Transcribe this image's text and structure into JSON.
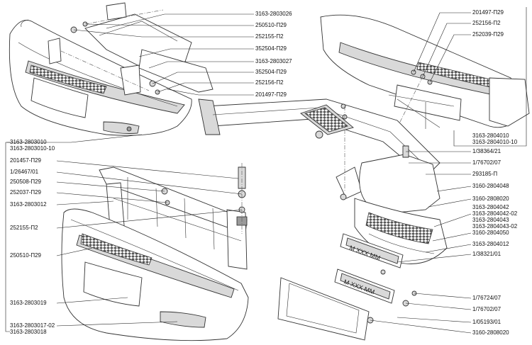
{
  "labels": {
    "top_right": [
      "201497-П29",
      "252156-П2",
      "252039-П29"
    ],
    "top_middle": [
      "3163-2803026",
      "250510-П29",
      "252155-П2",
      "352504-П29",
      "3163-2803027",
      "352504-П29",
      "252156-П2",
      "201497-П29"
    ],
    "front_bumper_assembly": [
      "3163-2803010",
      "3163-2803010-10"
    ],
    "left_column": [
      "201457-П29",
      "1/26467/01",
      "250508-П29",
      "252037-П29",
      "3163-2803012",
      "252155-П2",
      "250510-П29",
      "3163-2803019"
    ],
    "bottom_left": [
      "3163-2803017-02",
      "3163-2803018"
    ],
    "rear_bumper_assembly": [
      "3163-2804010",
      "3163-2804010-10"
    ],
    "right_column": [
      "1/38364/21",
      "1/76702/07",
      "293185-П",
      "3160-2804048",
      "3160-2808020"
    ],
    "right_group": [
      "3163-2804042",
      "3163-2804042-02",
      "3163-2804043",
      "3163-2804043-02"
    ],
    "right_lower": [
      "3160-2804050",
      "3163-2804012",
      "1/38321/01",
      "1/76724/07",
      "1/76702/07",
      "1/05193/01",
      "3160-2808020"
    ]
  },
  "plate_text": "М XXX ММ"
}
